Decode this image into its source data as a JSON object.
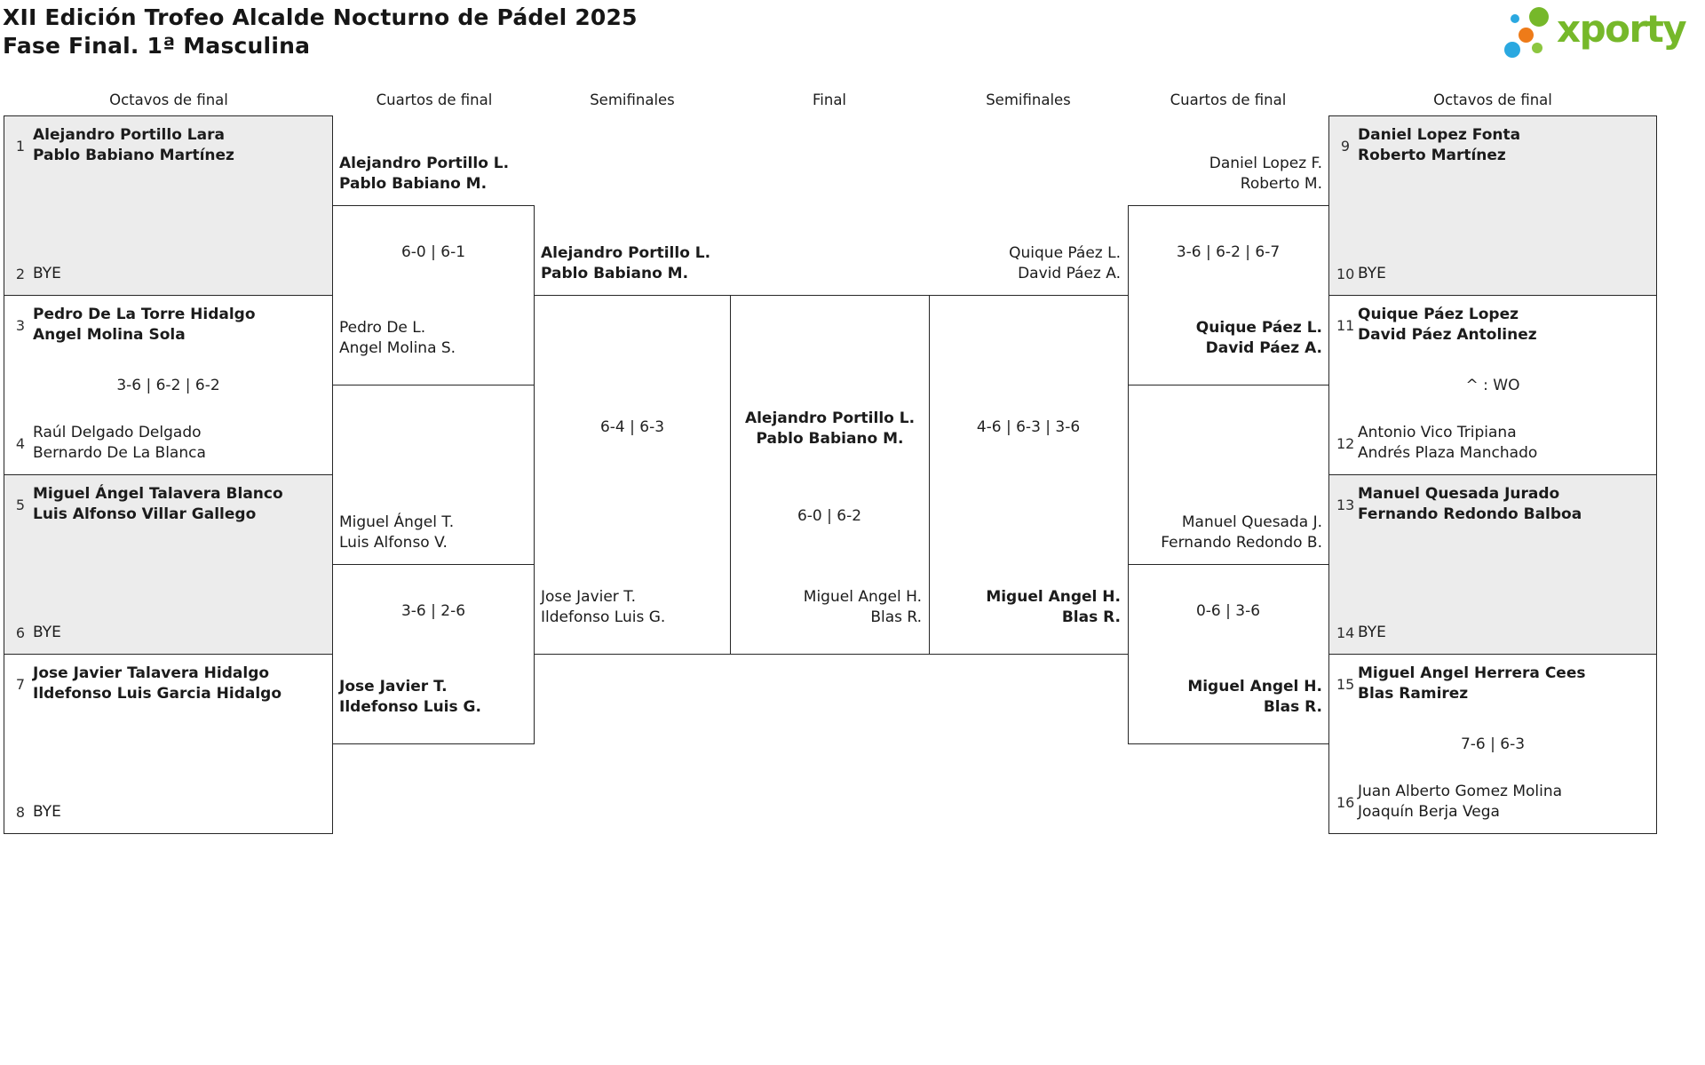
{
  "title": {
    "line1": "XII Edición Trofeo Alcalde Nocturno de Pádel 2025",
    "line2": "Fase Final. 1ª Masculina"
  },
  "brand": {
    "name": "xporty",
    "green": "#76b82a",
    "light_green": "#8cc63f",
    "blue": "#2aa8e0",
    "orange": "#ee7b19"
  },
  "round_headers": [
    "Octavos de final",
    "Cuartos de final",
    "Semifinales",
    "Final",
    "Semifinales",
    "Cuartos de final",
    "Octavos de final"
  ],
  "r16L": [
    {
      "seed_a": "1",
      "a1": "Alejandro Portillo Lara",
      "a2": "Pablo Babiano Martínez",
      "seed_b": "2",
      "b1": "BYE"
    },
    {
      "seed_a": "3",
      "a1": "Pedro De La Torre Hidalgo",
      "a2": "Angel Molina Sola",
      "score": "3-6 | 6-2 | 6-2",
      "seed_b": "4",
      "b1": "Raúl Delgado Delgado",
      "b2": "Bernardo De La Blanca"
    },
    {
      "seed_a": "5",
      "a1": "Miguel Ángel Talavera Blanco",
      "a2": "Luis Alfonso Villar Gallego",
      "seed_b": "6",
      "b1": "BYE"
    },
    {
      "seed_a": "7",
      "a1": "Jose Javier Talavera Hidalgo",
      "a2": "Ildefonso Luis Garcia Hidalgo",
      "seed_b": "8",
      "b1": "BYE"
    }
  ],
  "r16R": [
    {
      "seed_a": "9",
      "a1": "Daniel Lopez Fonta",
      "a2": "Roberto Martínez",
      "seed_b": "10",
      "b1": "BYE"
    },
    {
      "seed_a": "11",
      "a1": "Quique Páez Lopez",
      "a2": "David Páez Antolinez",
      "score": "^ : WO",
      "seed_b": "12",
      "b1": "Antonio Vico Tripiana",
      "b2": "Andrés Plaza Manchado"
    },
    {
      "seed_a": "13",
      "a1": "Manuel Quesada Jurado",
      "a2": "Fernando Redondo Balboa",
      "seed_b": "14",
      "b1": "BYE"
    },
    {
      "seed_a": "15",
      "a1": "Miguel Angel Herrera Cees",
      "a2": "Blas Ramirez",
      "score": "7-6 | 6-3",
      "seed_b": "16",
      "b1": "Juan Alberto Gomez Molina",
      "b2": "Joaquín Berja Vega"
    }
  ],
  "qfL": [
    {
      "p1l1": "Alejandro Portillo L.",
      "p1l2": "Pablo Babiano M.",
      "score": "6-0 | 6-1",
      "p2l1": "Pedro De L.",
      "p2l2": "Angel Molina S."
    },
    {
      "p1l1": "Miguel Ángel T.",
      "p1l2": "Luis Alfonso V.",
      "score": "3-6 | 2-6",
      "p2l1": "Jose Javier T.",
      "p2l2": "Ildefonso Luis G."
    }
  ],
  "qfR": [
    {
      "p1l1": "Daniel Lopez F.",
      "p1l2": "Roberto M.",
      "score": "3-6 | 6-2 | 6-7",
      "p2l1": "Quique Páez L.",
      "p2l2": "David Páez A."
    },
    {
      "p1l1": "Manuel Quesada J.",
      "p1l2": "Fernando Redondo B.",
      "score": "0-6 | 3-6",
      "p2l1": "Miguel Angel H.",
      "p2l2": "Blas R."
    }
  ],
  "sfL": {
    "p1l1": "Alejandro Portillo L.",
    "p1l2": "Pablo Babiano M.",
    "score": "6-4 | 6-3",
    "p2l1": "Jose Javier T.",
    "p2l2": "Ildefonso Luis G."
  },
  "sfR": {
    "p1l1": "Quique Páez L.",
    "p1l2": "David Páez A.",
    "score": "4-6 | 6-3 | 3-6",
    "p2l1": "Miguel Angel H.",
    "p2l2": "Blas R."
  },
  "final": {
    "w1": "Alejandro Portillo L.",
    "w2": "Pablo Babiano M.",
    "score": "6-0 | 6-2",
    "r1": "Miguel Angel H.",
    "r2": "Blas R."
  }
}
